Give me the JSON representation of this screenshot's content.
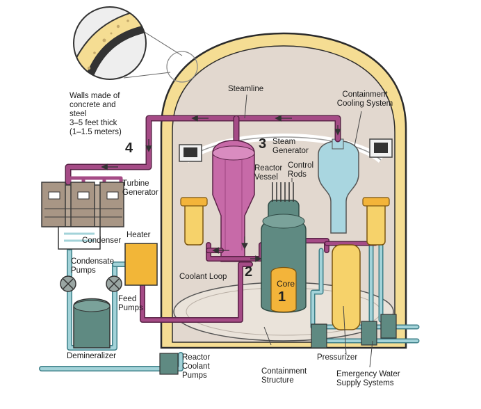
{
  "labels": {
    "walls": "Walls made of\nconcrete and\nsteel\n3–5 feet thick\n(1–1.5 meters)",
    "steamline": "Steamline",
    "containment_cooling": "Containment\nCooling System",
    "steam_generator": "Steam\nGenerator",
    "reactor_vessel": "Reactor\nVessel",
    "control_rods": "Control\nRods",
    "turbine_generator": "Turbine\nGenerator",
    "condenser": "Condenser",
    "heater": "Heater",
    "condensate_pumps": "Condensate\nPumps",
    "feed_pumps": "Feed\nPumps",
    "coolant_loop": "Coolant Loop",
    "core": "Core",
    "demineralizer": "Demineralizer",
    "reactor_coolant_pumps": "Reactor\nCoolant\nPumps",
    "containment_structure": "Containment\nStructure",
    "pressurizer": "Pressurizer",
    "emergency_water": "Emergency Water\nSupply Systems"
  },
  "step_numbers": {
    "one": "1",
    "two": "2",
    "three": "3",
    "four": "4"
  },
  "colors": {
    "containment_wall": "#f5dd93",
    "containment_outline": "#2b2b2b",
    "containment_interior": "#e2d8cf",
    "steamline_pipe": "#a54b86",
    "feedwater_pipe": "#a3d3d9",
    "core": "#f3b43a",
    "reactor_vessel": "#5f8a82",
    "steam_generator": "#c76aa8",
    "pressurizer": "#f6d26a",
    "cooling_system": "#a9d6e0",
    "heater": "#f2b638"
  }
}
